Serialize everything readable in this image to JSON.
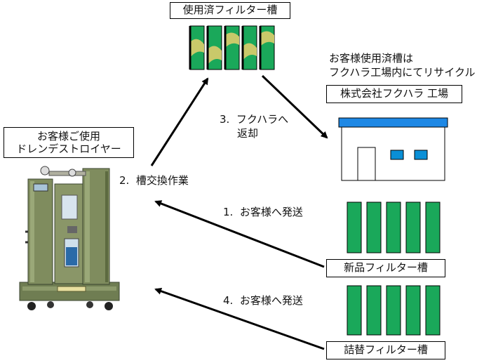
{
  "labels": {
    "used_filter": "使用済フィルター槽",
    "recycle_line1": "お客様使用済槽は",
    "recycle_line2": "フクハラ工場内にてリサイクル",
    "factory": "株式会社フクハラ 工場",
    "customer_line1": "お客様ご使用",
    "customer_line2": "ドレンデストロイヤー",
    "step2": "2.  槽交換作業",
    "step3_line1": "3.  フクハラへ",
    "step3_line2": "返却",
    "step1": "1.  お客様へ発送",
    "step4": "4.  お客様へ発送",
    "new_filter": "新品フィルター槽",
    "refill_filter": "詰替フィルター槽"
  },
  "colors": {
    "filter_green": "#1aa85a",
    "filter_yellow": "#c9c96a",
    "roof_blue": "#1e88e5",
    "window_blue": "#0a8fd6",
    "machine_green": "#7f8c5e"
  },
  "icons": {
    "used_filters": "used-filter-cartridge-icon",
    "new_filters": "filter-cartridge-icon",
    "factory": "factory-building-icon",
    "machine": "drain-destroyer-machine-photo"
  }
}
